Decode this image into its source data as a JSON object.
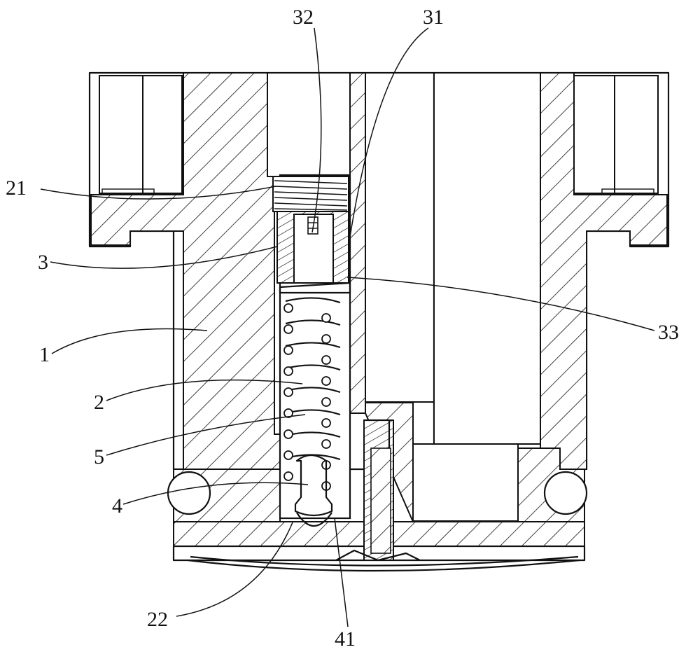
{
  "figure": {
    "labels": {
      "l32": "32",
      "l31": "31",
      "l21": "21",
      "l3": "3",
      "l33": "33",
      "l1": "1",
      "l2": "2",
      "l5": "5",
      "l4": "4",
      "l22": "22",
      "l41": "41"
    }
  },
  "colors": {
    "line": "#111111",
    "background": "#ffffff"
  }
}
